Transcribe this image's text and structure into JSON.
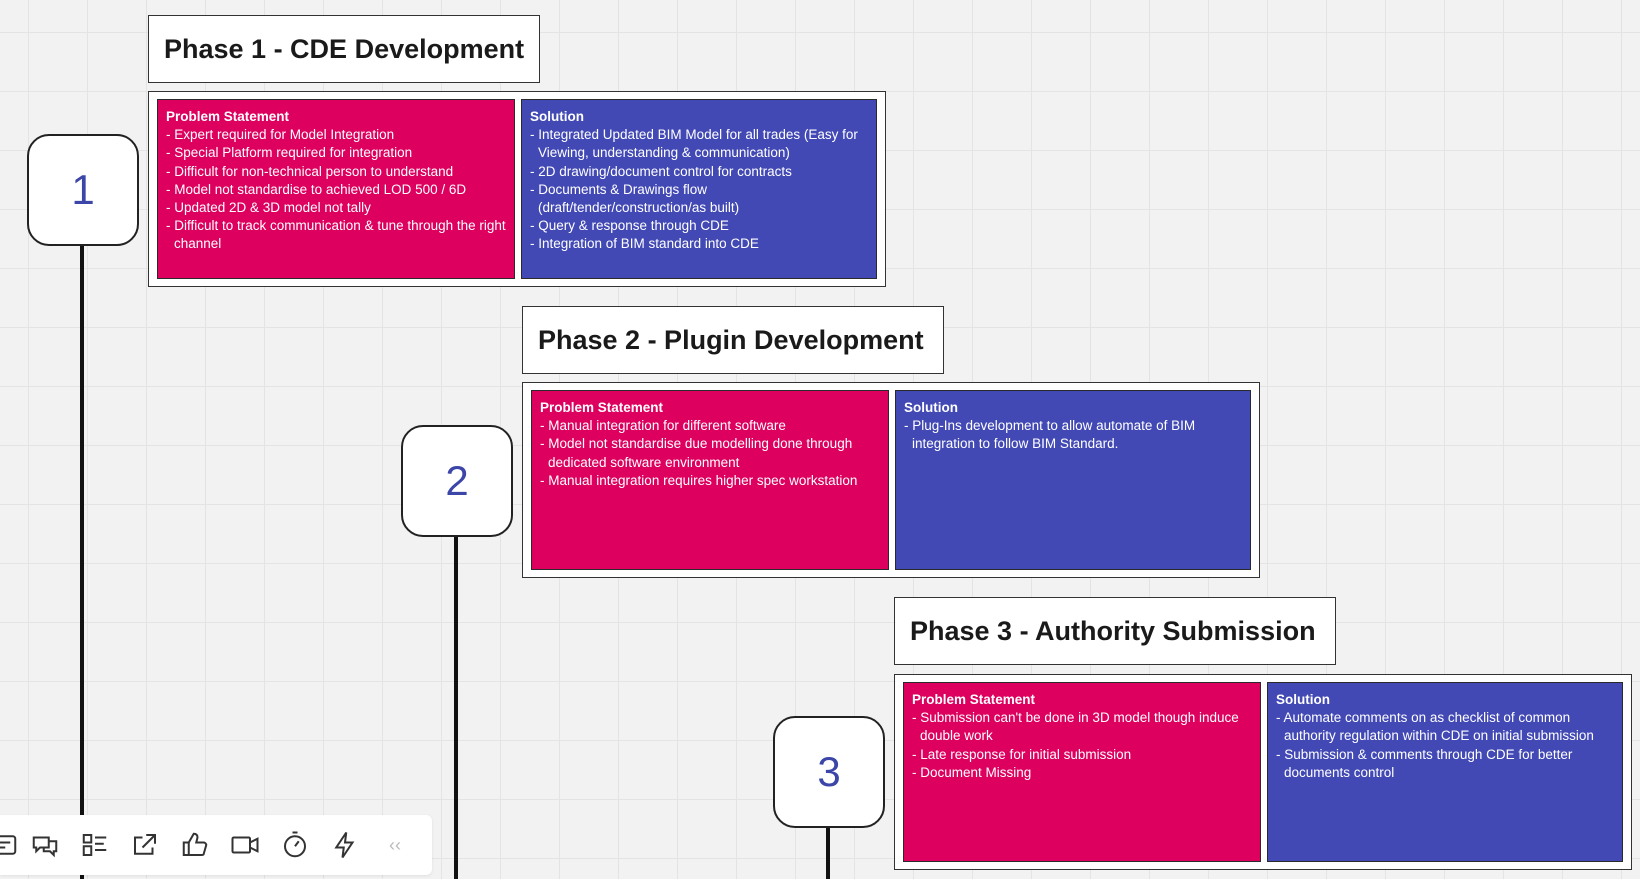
{
  "phases": [
    {
      "title": "Phase 1 - CDE Development",
      "number": "1",
      "problem": {
        "heading": "Problem Statement",
        "items": [
          "Expert required for Model Integration",
          "Special Platform required for integration",
          "Difficult for non-technical person to understand",
          "Model not standardise to achieved LOD 500 / 6D",
          "Updated 2D & 3D model not tally",
          "Difficult to track communication & tune through the right channel"
        ]
      },
      "solution": {
        "heading": "Solution",
        "items": [
          "Integrated Updated BIM Model for all trades (Easy for Viewing,  understanding & communication)",
          "2D drawing/document control for contracts",
          "Documents & Drawings flow (draft/tender/construction/as built)",
          "Query & response through CDE",
          "Integration of BIM standard into CDE"
        ]
      }
    },
    {
      "title": "Phase 2 - Plugin Development",
      "number": "2",
      "problem": {
        "heading": "Problem Statement",
        "items": [
          "Manual integration for different software",
          "Model not standardise due modelling done through dedicated software environment",
          "Manual integration requires higher spec workstation"
        ]
      },
      "solution": {
        "heading": "Solution",
        "items": [
          "Plug-Ins development to allow automate of BIM integration to follow BIM Standard."
        ]
      }
    },
    {
      "title": "Phase 3 - Authority Submission",
      "number": "3",
      "problem": {
        "heading": "Problem Statement",
        "items": [
          "Submission can't be done in 3D model though induce double work",
          "Late response for initial submission",
          "Document Missing"
        ]
      },
      "solution": {
        "heading": "Solution",
        "items": [
          "Automate comments on as checklist of common authority regulation within CDE on initial submission",
          "Submission & comments through CDE for better documents control"
        ]
      }
    }
  ],
  "colors": {
    "problem_bg": "#dd005f",
    "solution_bg": "#4249b4",
    "number_text": "#3c45a8"
  },
  "toolbar": {
    "icons": [
      "card-icon",
      "comment-icon",
      "kanban-icon",
      "share-icon",
      "thumbs-up-icon",
      "video-icon",
      "timer-icon",
      "lightning-icon",
      "collapse-chevron-icon"
    ],
    "collapse_glyph": "‹‹"
  }
}
